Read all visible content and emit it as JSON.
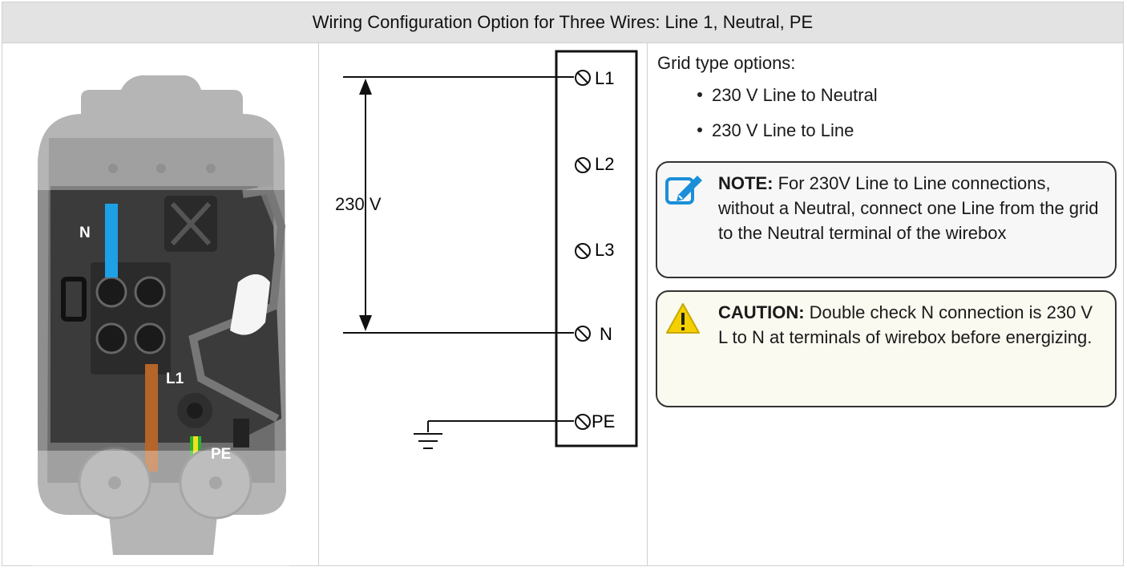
{
  "header": {
    "title": "Wiring Configuration Option for Three Wires: Line 1, Neutral, PE"
  },
  "photo": {
    "labels": {
      "n": "N",
      "l1": "L1",
      "pe": "PE"
    }
  },
  "diagram": {
    "voltage": "230 V",
    "terminals": [
      "L1",
      "L2",
      "L3",
      "N",
      "PE"
    ]
  },
  "info": {
    "grid_title": "Grid type options:",
    "options": [
      "230 V Line to Neutral",
      "230 V Line to Line"
    ],
    "note": {
      "keyword": "NOTE:",
      "text": " For 230V Line to Line connections, without a Neutral, connect one Line from the grid to the Neutral terminal of the wirebox"
    },
    "caution": {
      "keyword": "CAUTION:",
      "text": " Double check N connection is 230 V L to N at terminals of wirebox before energizing."
    }
  },
  "colors": {
    "neutral_wire": "#1ea0e6",
    "line_wire": "#b5652a",
    "pe_green": "#2db02d",
    "pe_yellow": "#f0e020",
    "note_icon": "#1a8fd8",
    "caution_icon": "#f5d000"
  }
}
